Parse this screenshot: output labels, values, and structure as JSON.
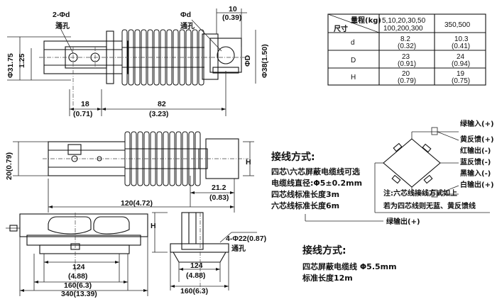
{
  "dims": {
    "two_phi_d": "2-Φd",
    "through_hole_1": "通孔",
    "phi_d": "Φd",
    "through_hole_2": "通孔",
    "dim_10": "10",
    "dim_10_in": "(0.39)",
    "dim_phi3175": "Φ31.75",
    "dim_125": "1.25",
    "dim_phiD": "ΦD",
    "dim_phi38": "Φ38(1.50)",
    "dim_18": "18",
    "dim_18_in": "(0.71)",
    "dim_82": "82",
    "dim_82_in": "(3.23)",
    "dim_20": "20(0.79)",
    "dim_H": "H",
    "dim_212": "21.2",
    "dim_212_in": "(0.83)",
    "dim_120": "120(4.72)",
    "dim_H2": "H",
    "dim_4phi22": "4-Φ22(0.87)",
    "through_hole_3": "通孔",
    "dim_124a": "124",
    "dim_124a_in": "(4.88)",
    "dim_160a": "160(6.3)",
    "dim_340": "340(13.39)",
    "dim_124b": "124",
    "dim_124b_in": "(4.88)",
    "dim_160b": "160(6.3)"
  },
  "table": {
    "header_range": "量程(kg)",
    "header_size": "尺寸",
    "col1": "5,10,20,30,50",
    "col1b": "100,200,300",
    "col2": "350,500",
    "rows": [
      {
        "name": "d",
        "v1": "8.2",
        "v1b": "(0.32)",
        "v2": "10.3",
        "v2b": "(0.41)"
      },
      {
        "name": "D",
        "v1": "23",
        "v1b": "(0.91)",
        "v2": "24",
        "v2b": "(0.94)"
      },
      {
        "name": "H",
        "v1": "20",
        "v1b": "(0.79)",
        "v2": "19",
        "v2b": "(0.75)"
      }
    ]
  },
  "wiring": {
    "title1": "接线方式:",
    "line1": "四芯\\六芯屏蔽电缆线可选",
    "line2": "电缆线直径:Φ5±0.2mm",
    "line3": "四芯线标准长度3m",
    "line4": "六芯线标准长度6m",
    "wire_green_in": "绿输入(+)",
    "wire_yellow_fb": "黄反馈(+)",
    "wire_red_out": "红输出(-)",
    "wire_blue_fb": "蓝反馈(-)",
    "wire_black_in": "黑输入(-)",
    "wire_white_out": "白输出(+)",
    "note1": "注:六芯线接线方式如上",
    "note2": "若为四芯线则无蓝、黄反馈线",
    "wire_green_out": "绿输出(+)",
    "title2": "接线方式:",
    "line5": "四芯屏蔽电缆线 Φ5.5mm",
    "line6": "标准长度12m"
  }
}
